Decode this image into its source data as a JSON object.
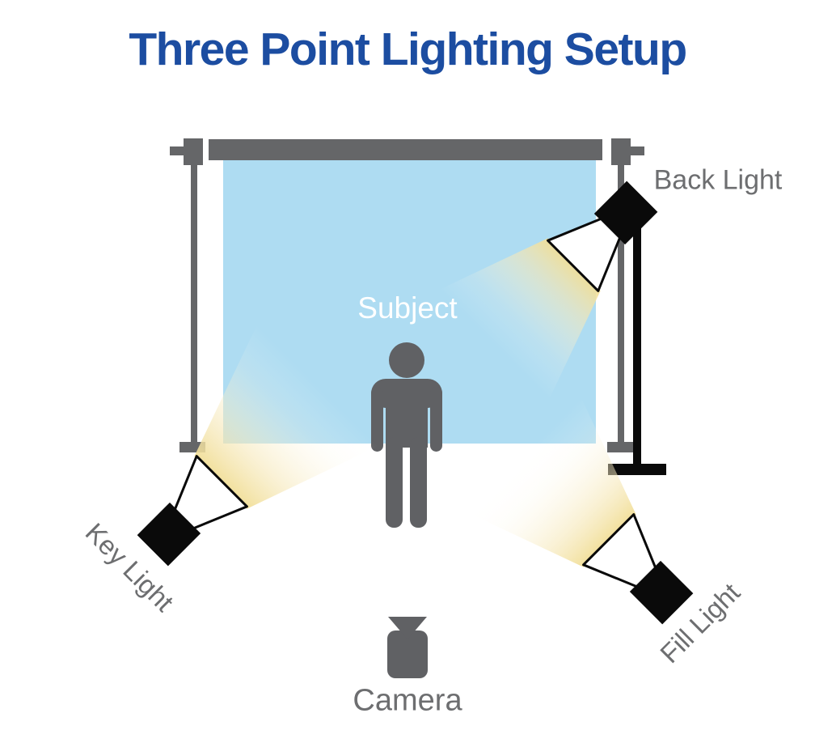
{
  "title": "Three Point Lighting Setup",
  "diagram": {
    "subject_label": "Subject",
    "camera_label": "Camera",
    "lights": {
      "back": {
        "label": "Back Light"
      },
      "key": {
        "label": "Key Light"
      },
      "fill": {
        "label": "Fill Light"
      }
    }
  },
  "icons": {
    "back_light": "spotlight-icon",
    "key_light": "spotlight-icon",
    "fill_light": "spotlight-icon",
    "camera": "video-camera-icon",
    "subject": "person-icon",
    "backdrop": "backdrop-stand-icon"
  },
  "colors": {
    "title_blue": "#1c4da1",
    "backdrop_blue": "#aedcf2",
    "stand_gray": "#656668",
    "figure_gray": "#606164",
    "label_gray": "#6d6e70",
    "fixture_black": "#0a0a0a",
    "cone_white": "#ffffff",
    "beam_yellow": "#f2e1a4"
  }
}
